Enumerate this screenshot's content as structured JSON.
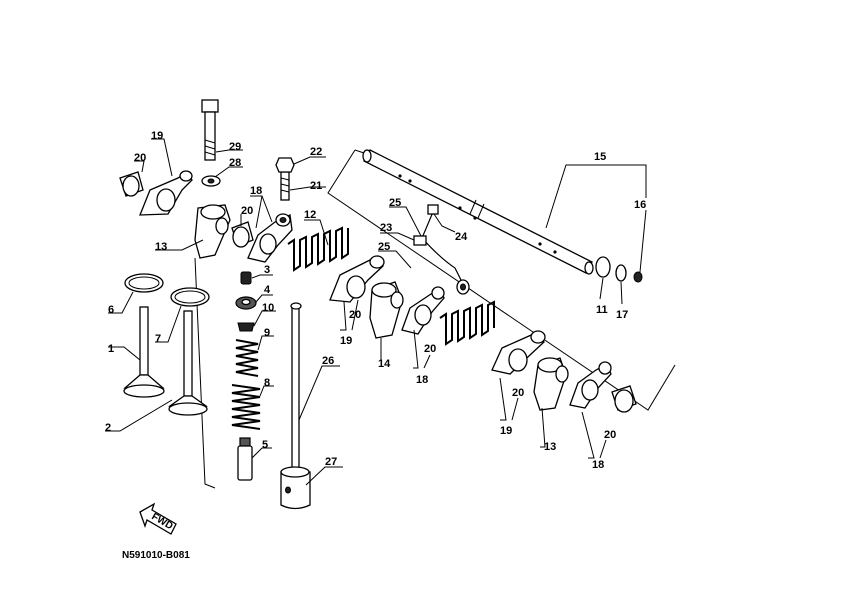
{
  "diagram": {
    "code": "N591010-B081",
    "fwd_label": "FWD",
    "callouts": [
      "1",
      "2",
      "3",
      "4",
      "5",
      "6",
      "7",
      "8",
      "9",
      "10",
      "11",
      "12",
      "13",
      "14",
      "15",
      "16",
      "17",
      "18",
      "19",
      "20",
      "21",
      "22",
      "23",
      "24",
      "25",
      "26",
      "27",
      "28",
      "29"
    ]
  }
}
